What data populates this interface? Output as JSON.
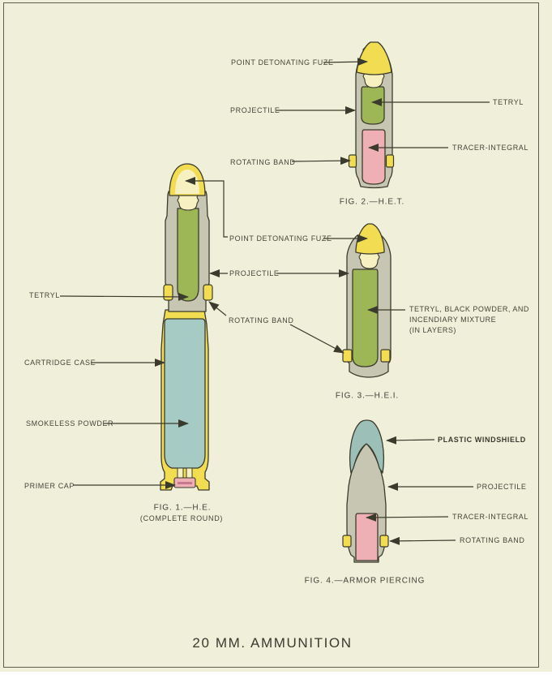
{
  "page": {
    "title": "20 MM. AMMUNITION"
  },
  "palette": {
    "paper": "#f0efd9",
    "outline": "#3b3b2d",
    "label_text": "#45453a",
    "yellow": "#f2dc52",
    "cream": "#f7f0c0",
    "green": "#9db757",
    "grey": "#c7c6b3",
    "blue": "#a6cbc5",
    "teal": "#9cc0b8",
    "pink": "#efb0b5",
    "primer_stripe": "#c5788e"
  },
  "figures": {
    "fig1": {
      "caption": "FIG. 1.—H.E.",
      "subcaption": "(COMPLETE ROUND)",
      "labels": {
        "tetryl": "TETRYL",
        "cartridge_case": "CARTRIDGE CASE",
        "smokeless_powder": "SMOKELESS POWDER",
        "primer_cap": "PRIMER CAP"
      }
    },
    "fig2": {
      "caption": "FIG. 2.—H.E.T.",
      "labels": {
        "point_detonating_fuze": "POINT DETONATING FUZE",
        "projectile": "PROJECTILE",
        "rotating_band": "ROTATING BAND",
        "tetryl": "TETRYL",
        "tracer": "TRACER-INTEGRAL"
      }
    },
    "fig3": {
      "caption": "FIG. 3.—H.E.I.",
      "labels": {
        "filler_line1": "TETRYL, BLACK POWDER, AND",
        "filler_line2": "INCENDIARY MIXTURE",
        "filler_line3": "(IN LAYERS)"
      }
    },
    "fig4": {
      "caption": "FIG. 4.—ARMOR PIERCING",
      "labels": {
        "plastic_windshield": "PLASTIC WINDSHIELD",
        "projectile": "PROJECTILE",
        "tracer": "TRACER-INTEGRAL",
        "rotating_band": "ROTATING BAND"
      }
    },
    "shared": {
      "point_detonating_fuze": "POINT DETONATING FUZE",
      "projectile": "PROJECTILE",
      "rotating_band": "ROTATING BAND"
    }
  }
}
